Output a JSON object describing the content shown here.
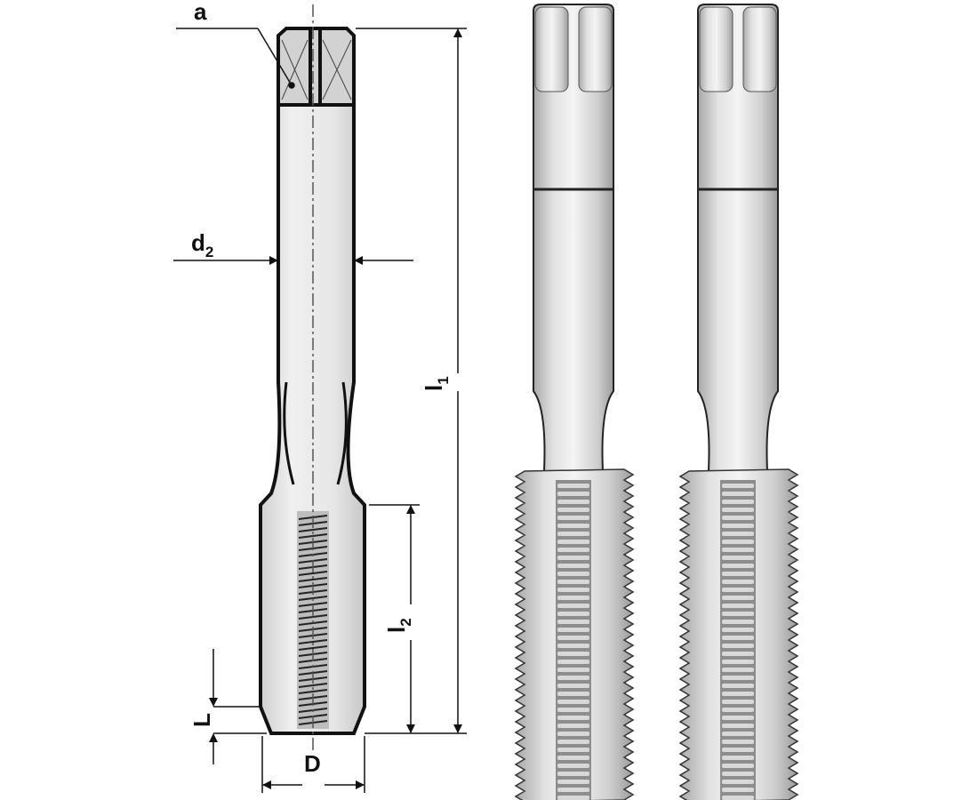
{
  "labels": {
    "a": "a",
    "d2": "d",
    "d2_sub": "2",
    "l1": "l",
    "l1_sub": "1",
    "l2": "l",
    "l2_sub": "2",
    "L": "L",
    "D": "D"
  },
  "colors": {
    "outline": "#111111",
    "body": "#d4d4d4",
    "light": "#ececec",
    "dark": "#9a9a9a"
  }
}
